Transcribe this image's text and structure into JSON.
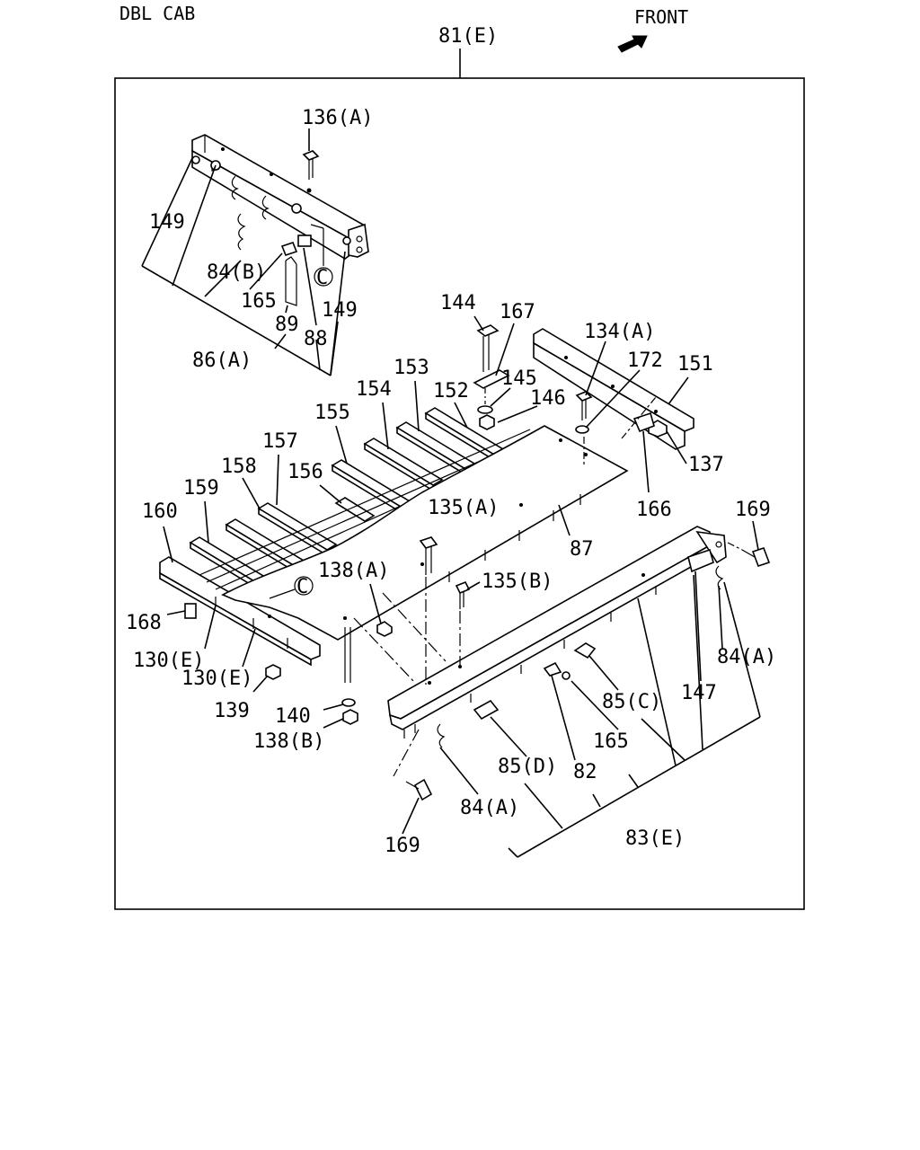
{
  "header": {
    "cab_label": "DBL CAB",
    "front_label": "FRONT",
    "assembly_label": "81(E)"
  },
  "callouts": {
    "c136a": "136(A)",
    "c149a": "149",
    "c84b": "84(B)",
    "c165a": "165",
    "c89": "89",
    "c88": "88",
    "c149b": "149",
    "c86a": "86(A)",
    "c144": "144",
    "c167": "167",
    "c134a": "134(A)",
    "c172": "172",
    "c151": "151",
    "c153": "153",
    "c145": "145",
    "c154": "154",
    "c152": "152",
    "c146": "146",
    "c155": "155",
    "c157": "157",
    "c137": "137",
    "c158": "158",
    "c156": "156",
    "c159": "159",
    "c160": "160",
    "c166": "166",
    "c135a": "135(A)",
    "c169a": "169",
    "c87": "87",
    "c138a": "138(A)",
    "c135b": "135(B)",
    "c168": "168",
    "c84a1": "84(A)",
    "c130e1": "130(E)",
    "c130e2": "130(E)",
    "c147": "147",
    "c85c": "85(C)",
    "c139": "139",
    "c140": "140",
    "c138b": "138(B)",
    "c165b": "165",
    "c85d": "85(D)",
    "c82": "82",
    "c84a2": "84(A)",
    "c83e": "83(E)",
    "c169b": "169"
  },
  "ref_marks": {
    "c1": "C",
    "c2": "C"
  }
}
